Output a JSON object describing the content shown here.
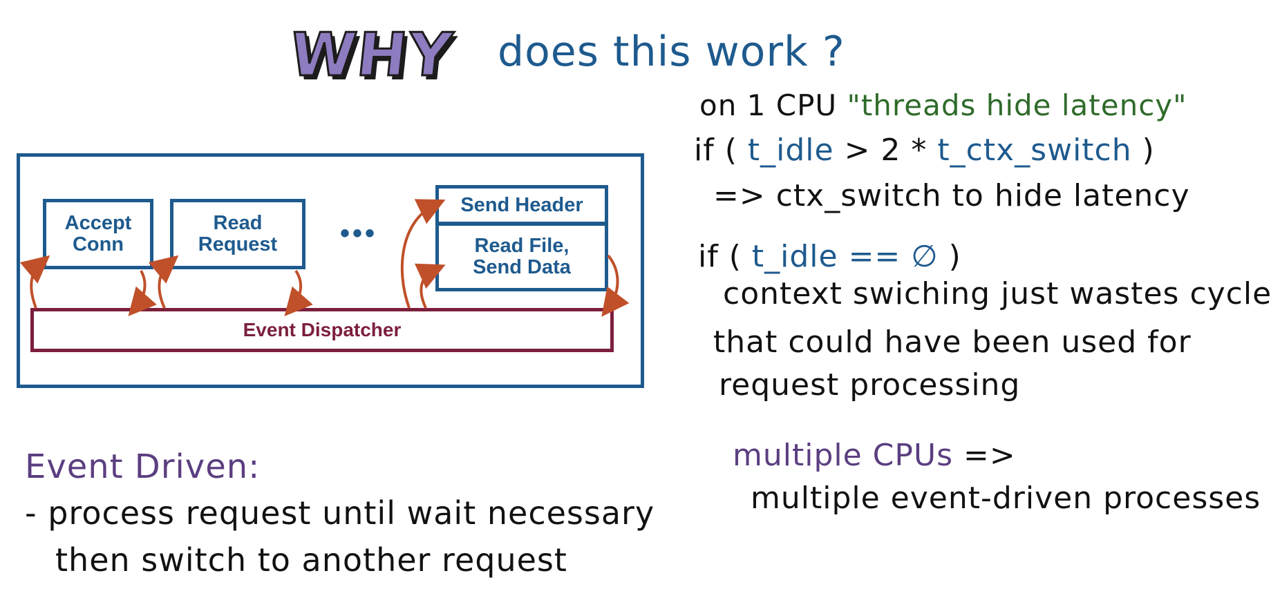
{
  "title": {
    "emphasis": "WHY",
    "rest": "does this work ?"
  },
  "diagram": {
    "nodes": {
      "accept_conn": "Accept\nConn",
      "read_request": "Read\nRequest",
      "ellipsis": "•••",
      "send_header": "Send Header",
      "read_file_send_data": "Read File,\nSend Data"
    },
    "dispatcher": "Event Dispatcher"
  },
  "notes": {
    "one_cpu_prefix": "on 1 CPU",
    "one_cpu_quote": "\"threads hide latency\"",
    "if1_prefix": "if (",
    "if1_a": "t_idle",
    "if1_op": "> 2 *",
    "if1_b": "t_ctx_switch",
    "if1_suffix": ")",
    "if1_result": "=> ctx_switch to hide latency",
    "if2_prefix": "if (",
    "if2_cond": "t_idle == ∅",
    "if2_suffix": ")",
    "if2_line1": "context swiching just wastes cycles",
    "if2_line2": "that could have been used for",
    "if2_line3": "request processing",
    "multi_heading": "multiple CPUs",
    "multi_arrow": "=>",
    "multi_line": "multiple event-driven processes"
  },
  "event_driven": {
    "heading": "Event Driven:",
    "line1": "- process request until wait necessary",
    "line2": "then switch to another request"
  },
  "colors": {
    "blue": "#1e5a8e",
    "green": "#2f6b2a",
    "purple": "#5b3e80",
    "maroon": "#7c1f3c",
    "arrow": "#c0502a",
    "black": "#111111"
  }
}
